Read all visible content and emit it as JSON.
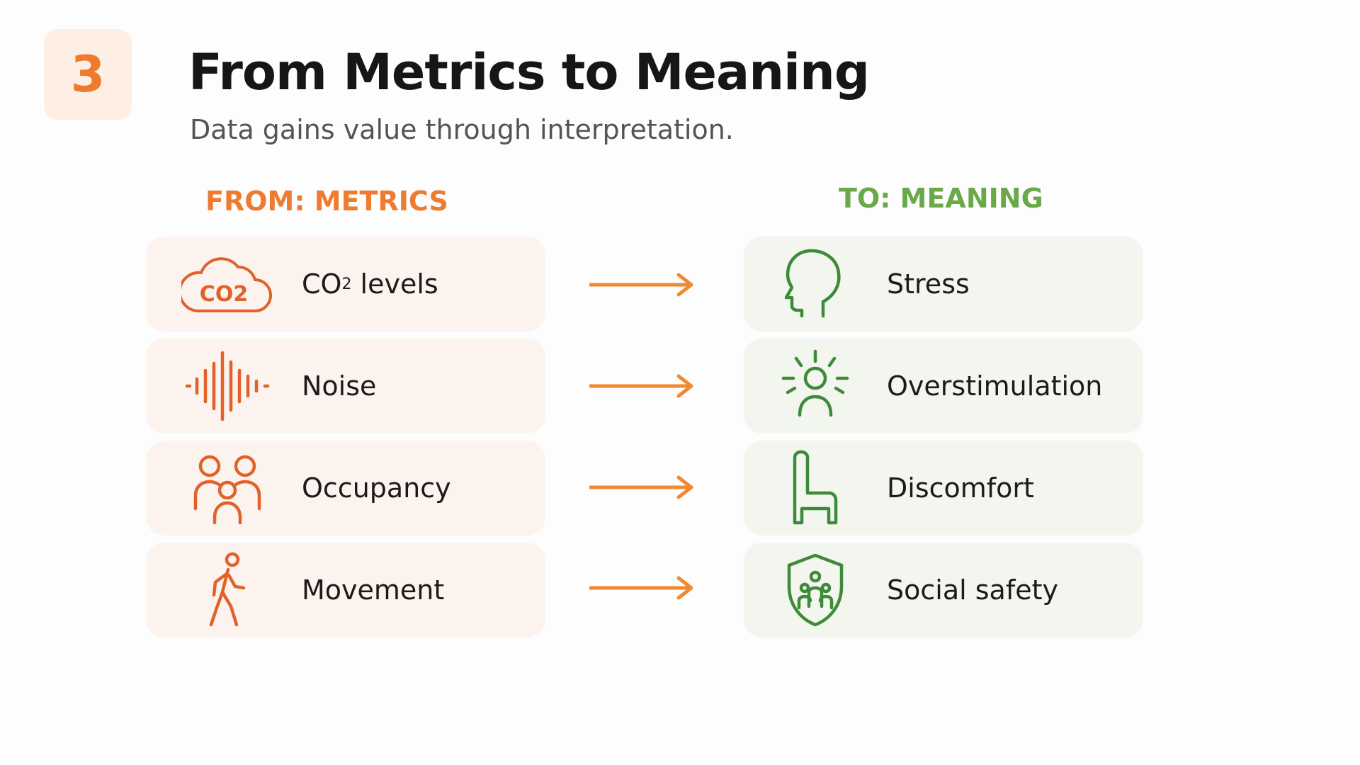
{
  "slide": {
    "number": "3",
    "title": "From Metrics to Meaning",
    "subtitle": "Data gains value through interpretation."
  },
  "columns": {
    "from_heading": "FROM: METRICS",
    "to_heading": "TO: MEANING"
  },
  "colors": {
    "accent_orange": "#ee7b2f",
    "accent_green": "#6aa94a",
    "icon_green": "#3f8a38",
    "card_orange_bg": "#fcf3ee",
    "card_green_bg": "#f2f6ef"
  },
  "rows": [
    {
      "metric": {
        "label_main": "CO",
        "label_sub": "2",
        "label_rest": " levels",
        "icon": "co2-cloud-icon",
        "icon_text": "CO2"
      },
      "meaning": {
        "label": "Stress",
        "icon": "head-profile-icon"
      }
    },
    {
      "metric": {
        "label": "Noise",
        "icon": "sound-wave-icon"
      },
      "meaning": {
        "label": "Overstimulation",
        "icon": "person-radiating-icon"
      }
    },
    {
      "metric": {
        "label": "Occupancy",
        "icon": "people-group-icon"
      },
      "meaning": {
        "label": "Discomfort",
        "icon": "chair-icon"
      }
    },
    {
      "metric": {
        "label": "Movement",
        "icon": "walking-person-icon"
      },
      "meaning": {
        "label": "Social safety",
        "icon": "shield-people-icon"
      }
    }
  ]
}
